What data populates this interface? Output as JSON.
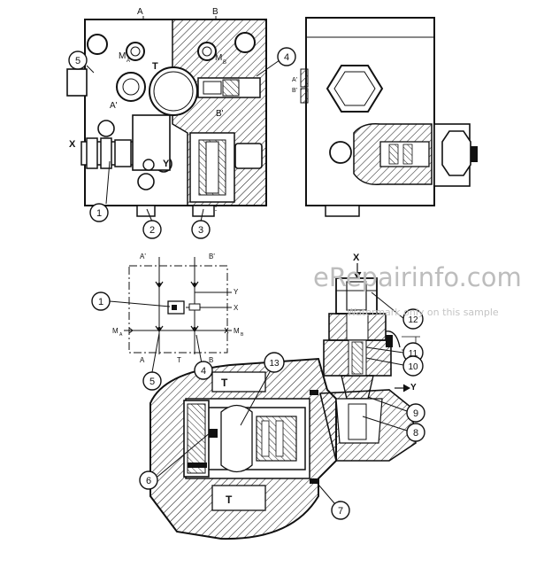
{
  "watermark": {
    "brand": "eRepairinfo.com",
    "note": "Watermark only on this sample"
  },
  "top_view": {
    "label_A": "A",
    "label_B": "B",
    "label_MA": "M",
    "label_MA_sub": "A",
    "label_MB": "M",
    "label_MB_sub": "B",
    "label_T": "T",
    "label_A_prime": "A'",
    "label_B_prime": "B'",
    "label_X": "X",
    "label_Y": "Y"
  },
  "side_view": {
    "label_A_prime": "A'",
    "label_B_prime": "B'"
  },
  "schematic": {
    "label_A_prime": "A'",
    "label_B_prime": "B'",
    "label_Y": "Y",
    "label_X": "X",
    "label_MA": "M",
    "label_MA_sub": "A",
    "label_MB": "M",
    "label_MB_sub": "B",
    "label_A": "A",
    "label_T": "T",
    "label_B": "B"
  },
  "section": {
    "label_T_top": "T",
    "label_T_bottom": "T"
  },
  "detail": {
    "label_X": "X",
    "label_Y": "Y"
  },
  "callouts": {
    "c1a": "1",
    "c2": "2",
    "c3": "3",
    "c4a": "4",
    "c5a": "5",
    "c1b": "1",
    "c5b": "5",
    "c4b": "4",
    "c13": "13",
    "c6": "6",
    "c7": "7",
    "c12": "12",
    "c11": "11",
    "c10": "10",
    "c9": "9",
    "c8": "8"
  }
}
